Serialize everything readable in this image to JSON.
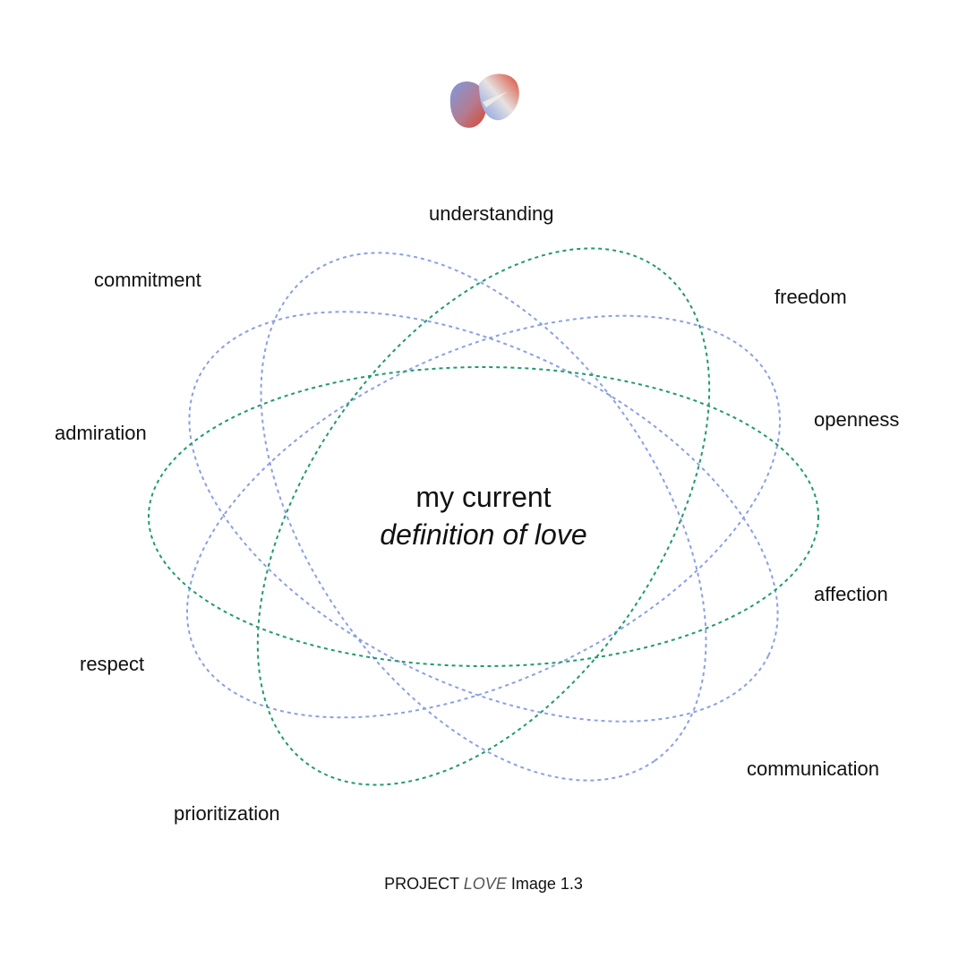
{
  "center": {
    "line1": "my current",
    "line2": "definition of love"
  },
  "terms": {
    "understanding": "understanding",
    "commitment": "commitment",
    "freedom": "freedom",
    "admiration": "admiration",
    "openness": "openness",
    "affection": "affection",
    "respect": "respect",
    "communication": "communication",
    "prioritization": "prioritization"
  },
  "caption": {
    "prefix": "PROJECT",
    "italic_word": "LOVE",
    "suffix": "Image 1.3"
  },
  "colors": {
    "blue_ellipse": "#8c9fe3",
    "green_ellipse": "#1f9a6e",
    "logo_red": "#d9452e",
    "logo_blue": "#7d9ae0"
  },
  "icons": {
    "logo": "love-logo-icon"
  }
}
